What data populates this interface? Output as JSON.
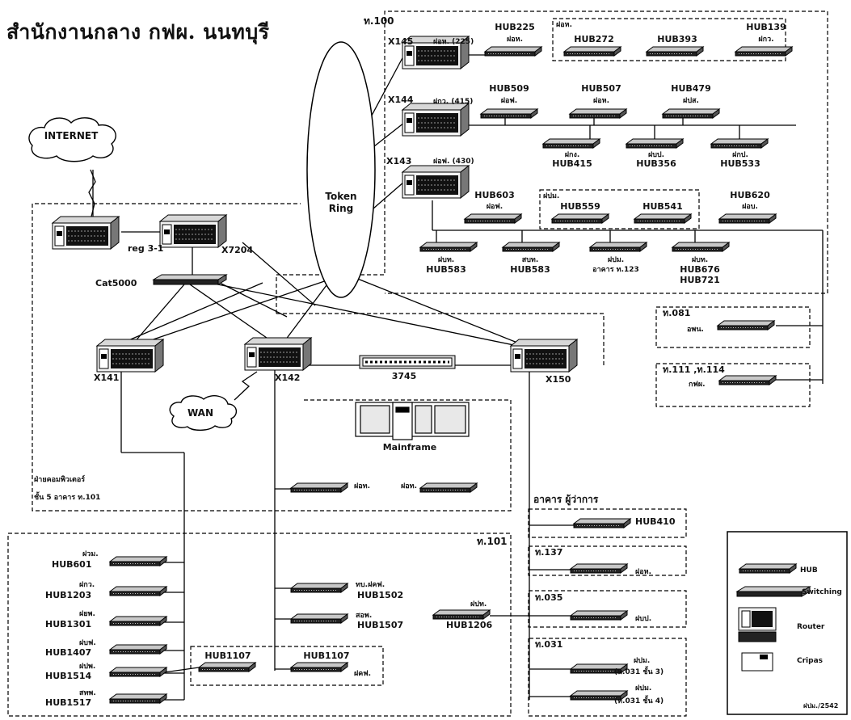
{
  "title": "สำนักงานกลาง กฟผ. นนทบุรี",
  "internet": "INTERNET",
  "wan": "WAN",
  "token_ring": [
    "Token",
    "Ring"
  ],
  "mainframe": "Mainframe",
  "fep": "3745",
  "core": {
    "reg": "reg 3-1",
    "x7204": "X7204",
    "cat5000": "Cat5000",
    "x141": "X141",
    "x142": "X142",
    "x150": "X150",
    "computer_dept_1": "ฝ่ายคอมพิวเตอร์",
    "computer_dept_2": "ชั้น 5 อาคาร ท.101"
  },
  "building_t100": {
    "label": "ท.100",
    "x145": "X145",
    "x145_dept": "ฝอห. (225)",
    "x144": "X144",
    "x144_dept": "ฝกว. (415)",
    "x143": "X143",
    "x143_dept": "ฝอฟ. (430)",
    "hub225": "HUB225",
    "hub225_dept": "ฝอห.",
    "group_ahk": "ฝอห.",
    "hub272": "HUB272",
    "hub393": "HUB393",
    "hub139": "HUB139",
    "hub139_dept": "ฝกว.",
    "hub509": "HUB509",
    "hub509_dept": "ฝอฟ.",
    "hub507": "HUB507",
    "hub507_dept": "ฝอห.",
    "hub479": "HUB479",
    "hub479_dept": "ฝปส.",
    "hub415": "HUB415",
    "hub415_dept": "ฝกง.",
    "hub356": "HUB356",
    "hub356_dept": "ฝบป.",
    "hub533": "HUB533",
    "hub533_dept": "ฝกป.",
    "hub603": "HUB603",
    "hub603_dept": "ฝอฟ.",
    "group_fpl": "ฝปม.",
    "hub559": "HUB559",
    "hub541": "HUB541",
    "hub620": "HUB620",
    "hub620_dept": "ฝอบ.",
    "hub583a": "HUB583",
    "hub583a_dept": "ฝบท.",
    "hub583b": "HUB583",
    "hub583b_dept": "สบท.",
    "bldg_123_dept": "ฝปม.",
    "bldg_123": "อาคาร ท.123",
    "hub676_dept": "ฝบท.",
    "hub676": "HUB676",
    "hub721": "HUB721"
  },
  "t081": {
    "label": "ท.081",
    "dept": "อพน."
  },
  "t111": {
    "label": "ท.111 ,ท.114",
    "dept": "กฟผ."
  },
  "mid": {
    "dept_a": "ฝอท.",
    "dept_b": "ฝอท."
  },
  "executive": {
    "label": "อาคาร ผู้ว่าการ",
    "hub410": "HUB410"
  },
  "t137": {
    "label": "ท.137",
    "dept": "ฝอห."
  },
  "t035": {
    "label": "ท.035",
    "dept": "ฝบป."
  },
  "t031": {
    "label": "ท.031",
    "dept1": "ฝปม.",
    "floor1": "(ท.031 ชั้น 3)",
    "dept2": "ฝปม.",
    "floor2": "(ท.031 ชั้น 4)"
  },
  "building_t101": {
    "label": "ท.101",
    "hub601": "HUB601",
    "hub601_dept": "ฝวม.",
    "hub1203": "HUB1203",
    "hub1203_dept": "ฝกว.",
    "hub1301": "HUB1301",
    "hub1301_dept": "ฝยพ.",
    "hub1407": "HUB1407",
    "hub1407_dept": "ฝบฟ.",
    "hub1514": "HUB1514",
    "hub1514_dept": "ฝปพ.",
    "hub1517": "HUB1517",
    "hub1517_dept": "สทพ.",
    "hub1107a": "HUB1107",
    "hub1107b": "HUB1107",
    "hub1107b_dept": "ฝคฟ.",
    "hub1502": "HUB1502",
    "hub1502_dept": "ทบ.ฝคฟ.",
    "hub1507": "HUB1507",
    "hub1507_dept": "สอพ.",
    "hub1206": "HUB1206",
    "hub1206_dept": "ฝปท."
  },
  "legend": {
    "hub": "HUB",
    "switching": "Switching",
    "router": "Router",
    "cripas": "Cripas"
  },
  "footnote": "ฝปม./2542"
}
